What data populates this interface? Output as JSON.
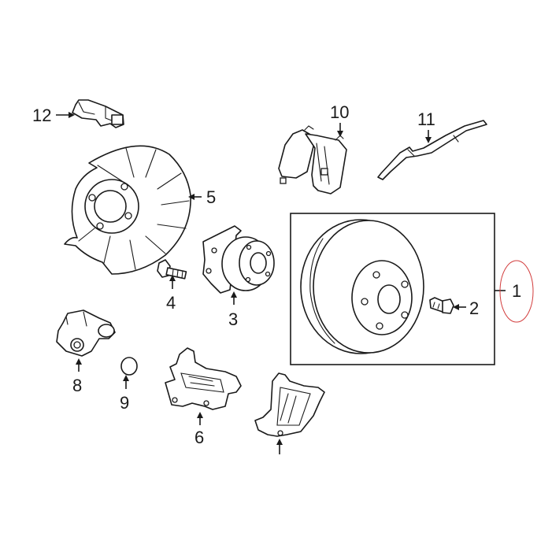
{
  "callouts": {
    "c1": "1",
    "c2": "2",
    "c3": "3",
    "c4": "4",
    "c5": "5",
    "c6": "6",
    "c7": "",
    "c8": "8",
    "c9": "9",
    "c10": "10",
    "c11": "11",
    "c12": "12"
  },
  "colors": {
    "line": "#1a1a1a",
    "highlight_ring": "#d23c3c",
    "background": "#ffffff"
  }
}
